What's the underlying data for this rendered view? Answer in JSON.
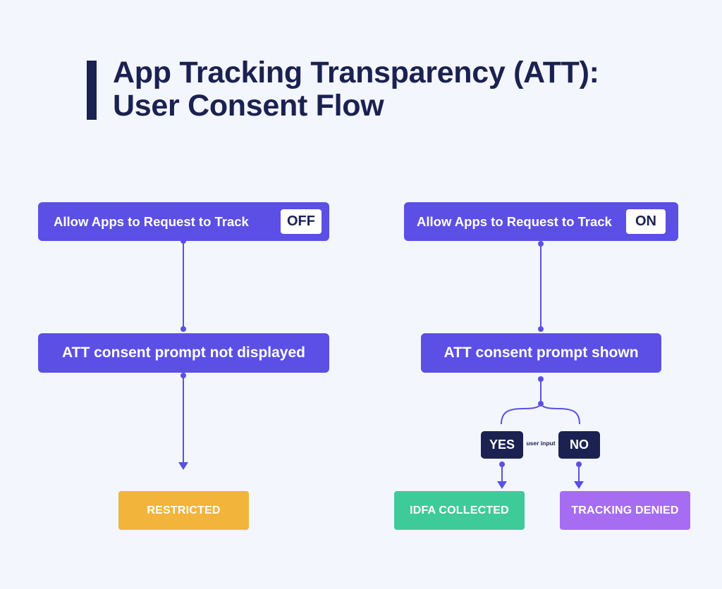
{
  "title": {
    "line1": "App Tracking Transparency (ATT):",
    "line2": "User Consent Flow"
  },
  "left_flow": {
    "setting_label": "Allow Apps to Request to Track",
    "toggle_state": "OFF",
    "prompt_label": "ATT consent prompt not displayed",
    "outcome_label": "RESTRICTED",
    "outcome_color": "#f2b43a"
  },
  "right_flow": {
    "setting_label": "Allow Apps to Request to Track",
    "toggle_state": "ON",
    "prompt_label": "ATT consent prompt shown",
    "choice_yes": "YES",
    "choice_no": "NO",
    "choice_note": "user input",
    "outcome_yes_label": "IDFA COLLECTED",
    "outcome_yes_color": "#3ecb9a",
    "outcome_no_label": "TRACKING DENIED",
    "outcome_no_color": "#a66cf2"
  },
  "colors": {
    "background": "#f3f6fc",
    "primary": "#5b4fe6",
    "navy": "#1b2150",
    "connector": "#5b4fe6"
  }
}
